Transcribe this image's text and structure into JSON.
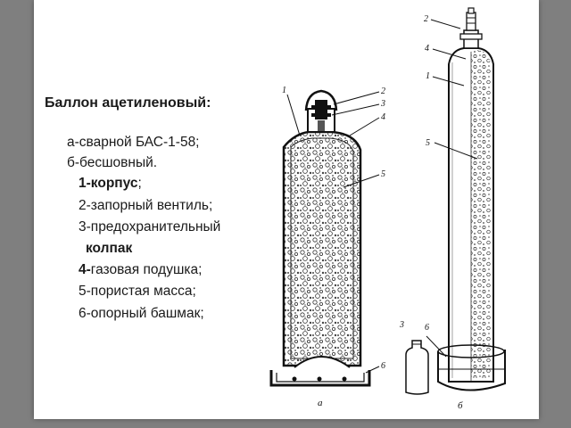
{
  "title": "Баллон ацетиленовый:",
  "variants": [
    "а-сварной БАС-1-58;",
    "б-бесшовный."
  ],
  "parts": [
    {
      "num": "1-",
      "name": "корпус",
      "end": ";",
      "num_bold": true,
      "name_bold": true
    },
    {
      "num": "2-",
      "name": "запорный вентиль",
      "end": ";",
      "num_bold": false,
      "name_bold": true
    },
    {
      "num": "3-",
      "name": "предохранительный",
      "end": "",
      "num_bold": false,
      "name_bold": false
    },
    {
      "num": "",
      "name": "колпак",
      "end": "",
      "num_bold": false,
      "name_bold": true
    },
    {
      "num": "4-",
      "name": "газовая подушка",
      "end": ";",
      "num_bold": true,
      "name_bold": false
    },
    {
      "num": "5-",
      "name": "пористая масса",
      "end": ";",
      "num_bold": false,
      "name_bold": false
    },
    {
      "num": "6-",
      "name": "опорный башмак",
      "end": ";",
      "num_bold": false,
      "name_bold": false
    }
  ],
  "figure_labels": {
    "a": [
      "1",
      "2",
      "3",
      "4",
      "5",
      "6"
    ],
    "b": [
      "2",
      "4",
      "1",
      "5",
      "3",
      "6"
    ]
  },
  "captions": {
    "a": "а",
    "b": "б"
  }
}
